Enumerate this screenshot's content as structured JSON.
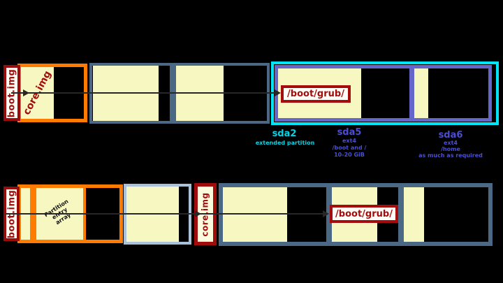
{
  "colors": {
    "background": "#000000",
    "dark_red": "#a00b0b",
    "orange": "#ff7c00",
    "pale_yellow": "#f7f7c2",
    "slate_border": "#4b6884",
    "cyan_border": "#00e6f7",
    "purple_border": "#6466ca",
    "light_steel_border": "#a9c2da",
    "cyan_text": "#00d4e6",
    "purple_text": "#4c4ed1"
  },
  "top_row": {
    "boot_img_label": "boot.img",
    "core_img_label": "core.img",
    "boot_grub_label": "/boot/grub/",
    "sda2": {
      "name": "sda2",
      "line1": "extended partition"
    },
    "sda5": {
      "name": "sda5",
      "line1": "ext4",
      "line2": "/boot and /",
      "line3": "10-20 GiB"
    },
    "sda6": {
      "name": "sda6",
      "line1": "ext4",
      "line2": "/home",
      "line3": "as much as required"
    }
  },
  "bottom_row": {
    "boot_img_label": "boot.img",
    "pea_line1": "Partition",
    "pea_line2": "entry",
    "pea_line3": "array",
    "core_img_label": "core.img",
    "boot_grub_label": "/boot/grub/"
  }
}
